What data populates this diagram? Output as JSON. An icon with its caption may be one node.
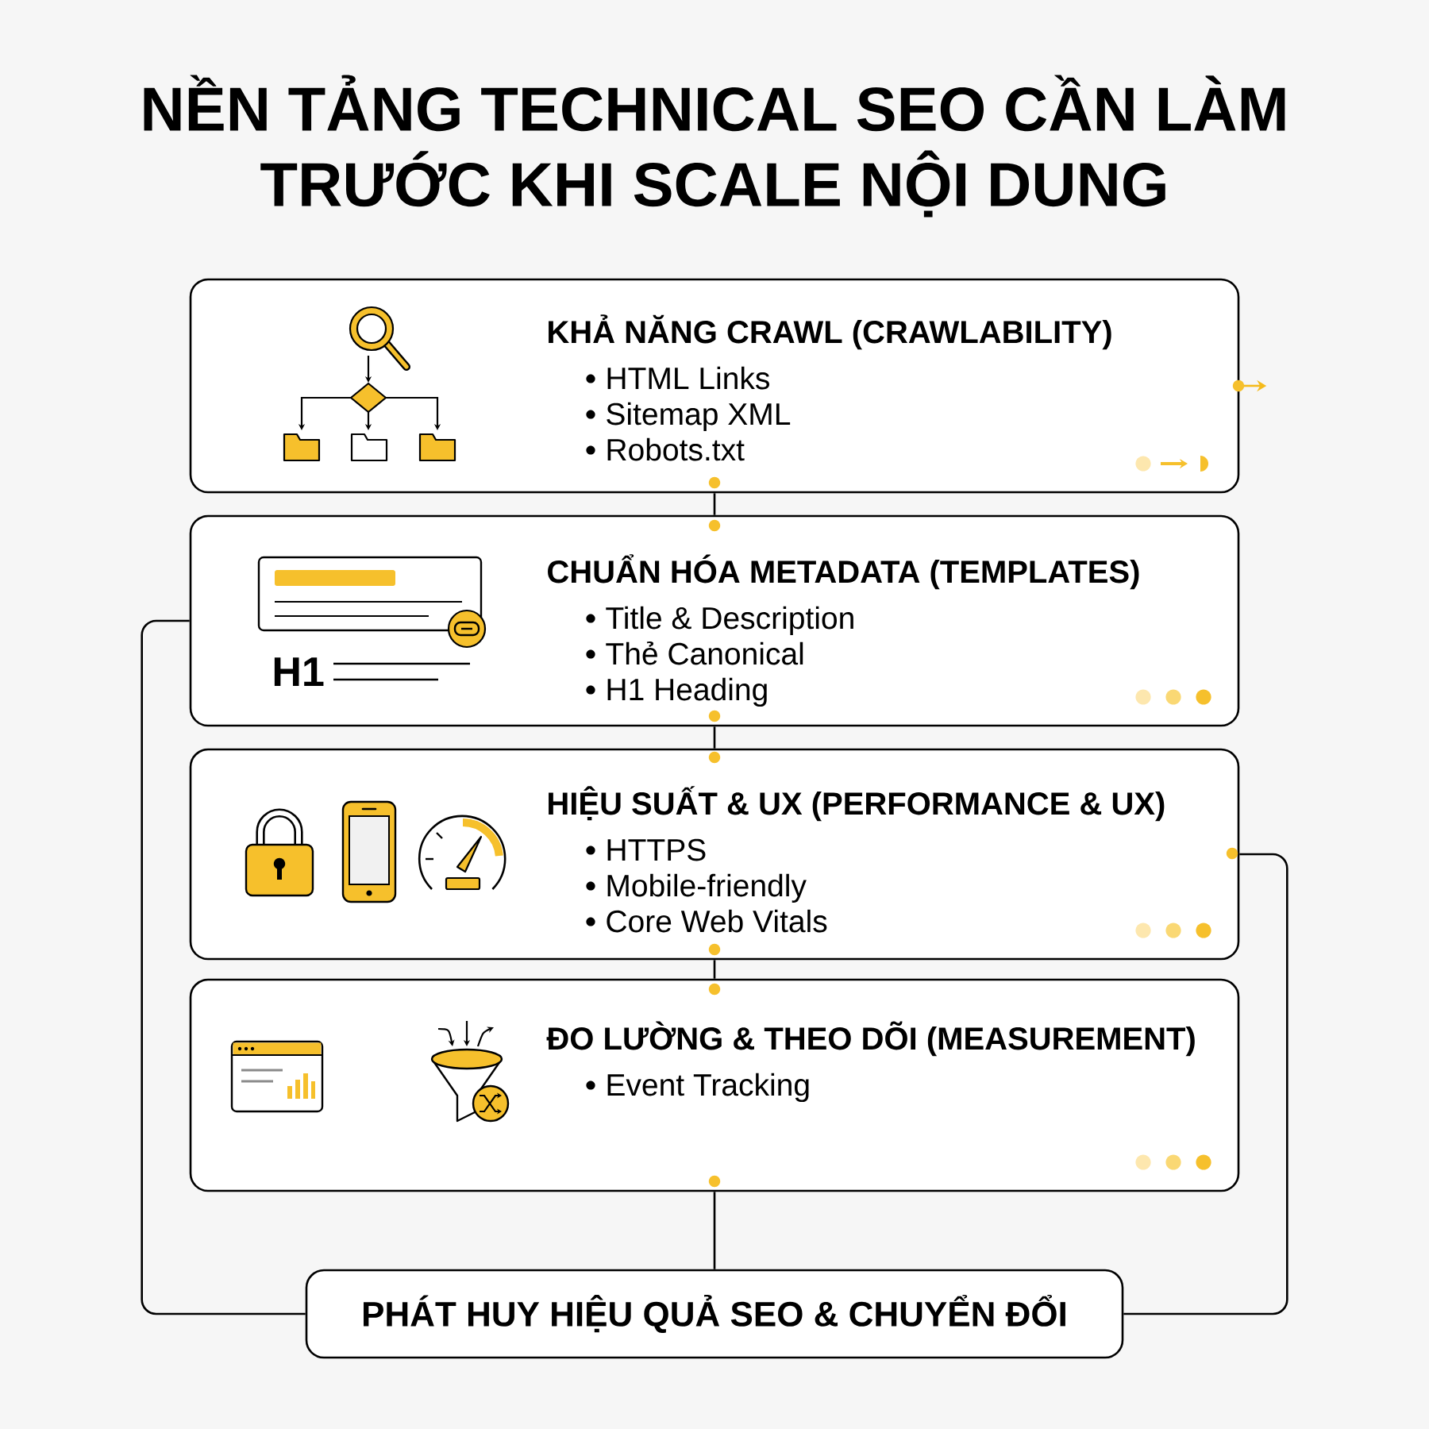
{
  "diagram": {
    "title": "NỀN TẢNG TECHNICAL SEO CẦN LÀM TRƯỚC KHI SCALE NỘI DUNG",
    "nodes": [
      {
        "text": [
          "KHẢ NĂNG CRAWL (CRAWLABILITY)",
          "HTML Links",
          "Sitemap XML",
          "Robots.txt"
        ]
      },
      {
        "text": [
          "CHUẨN HÓA METADATA (TEMPLATES)",
          "Title & Description",
          "Thẻ Canonical",
          "H1 Heading",
          "H1"
        ]
      },
      {
        "text": [
          "HIỆU SUẤT & UX (PERFORMANCE & UX)",
          "HTTPS",
          "Mobile-friendly",
          "Core Web Vitals"
        ]
      },
      {
        "text": [
          "ĐO LƯỜNG & THEO DÕI (MEASUREMENT)",
          "Event Tracking"
        ]
      },
      {
        "text": [
          "PHÁT HUY HIỆU QUẢ SEO & CHUYỂN ĐỔI"
        ]
      }
    ],
    "edges": [
      {
        "from": 0,
        "to": 1,
        "arrow": "none"
      },
      {
        "from": 1,
        "to": 2,
        "arrow": "none"
      },
      {
        "from": 2,
        "to": 3,
        "arrow": "none"
      },
      {
        "from": 3,
        "to": 4,
        "arrow": "none"
      },
      {
        "from": 1,
        "to": 4,
        "arrow": "none"
      },
      {
        "from": 2,
        "to": 4,
        "arrow": "none"
      },
      {
        "from": 0,
        "to": null,
        "arrow": "to",
        "color": "#f5bb1c"
      }
    ]
  }
}
